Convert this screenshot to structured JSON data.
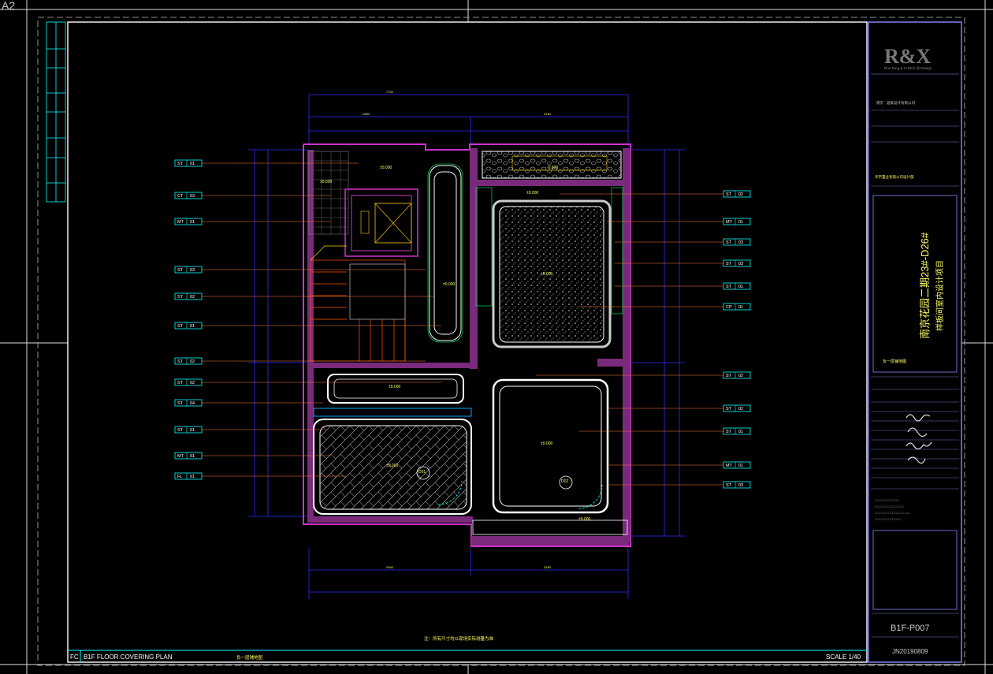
{
  "sheet_code_corner": "A2",
  "title_block": {
    "logo": "R&X",
    "logo_subtitle": "Run Tang & Xi Dinh @ Design",
    "project_name_vertical_1": "南京花园二期23#-D26#",
    "project_name_vertical_2": "样板间室内设计项目",
    "drawing_title": "负一层铺地图",
    "sheet_number": "B1F-P007",
    "job_number": "JN20190809",
    "owner_line": "南京 · 居家设计有限公司",
    "company_line": "华宇置业有限公司设计部"
  },
  "bottom_bar": {
    "code": "FC",
    "title_en": "B1F FLOOR COVERING PLAN",
    "title_cn": "负一层铺地图",
    "scale": "SCALE 1/40"
  },
  "plan_note": "注：所有尺寸均以现场实际测量为准",
  "left_tags": [
    {
      "code": "ST",
      "num": "01"
    },
    {
      "code": "CT",
      "num": "03"
    },
    {
      "code": "MT",
      "num": "01"
    },
    {
      "code": "ST",
      "num": "03"
    },
    {
      "code": "ST",
      "num": "02"
    },
    {
      "code": "ST",
      "num": "01"
    },
    {
      "code": "ST",
      "num": "02"
    },
    {
      "code": "ST",
      "num": "02"
    },
    {
      "code": "ST",
      "num": "04"
    },
    {
      "code": "ST",
      "num": "01"
    },
    {
      "code": "MT",
      "num": "01"
    },
    {
      "code": "FL",
      "num": "01"
    }
  ],
  "right_tags": [
    {
      "code": "ST",
      "num": "02"
    },
    {
      "code": "MT",
      "num": "01"
    },
    {
      "code": "ST",
      "num": "03"
    },
    {
      "code": "ST",
      "num": "03"
    },
    {
      "code": "ST",
      "num": "01"
    },
    {
      "code": "CP",
      "num": "01"
    },
    {
      "code": "ST",
      "num": "02"
    },
    {
      "code": "ST",
      "num": "02"
    },
    {
      "code": "ST",
      "num": "01"
    },
    {
      "code": "MT",
      "num": "01"
    },
    {
      "code": "ST",
      "num": "03"
    }
  ],
  "elevation_marks": {
    "top_left": "±0.000",
    "lift": "±0.000",
    "corridor": "±0.000",
    "top_right": "-0.600",
    "right_room1": "±0.000",
    "room1_center": "±0.000",
    "bath": "±0.000",
    "living_left": "±0.000",
    "right_room2": "±0.000",
    "bottom_right": "±0.000"
  },
  "door_tags": [
    "D01",
    "D02"
  ],
  "colors": {
    "background": "#000000",
    "frame": "#ffffff",
    "dimension": "#2020ff",
    "wall": "#cc33cc",
    "tag": "#00ffff",
    "label": "#ffff00",
    "floor": "#ffffff",
    "stairs": "#ff5500"
  }
}
